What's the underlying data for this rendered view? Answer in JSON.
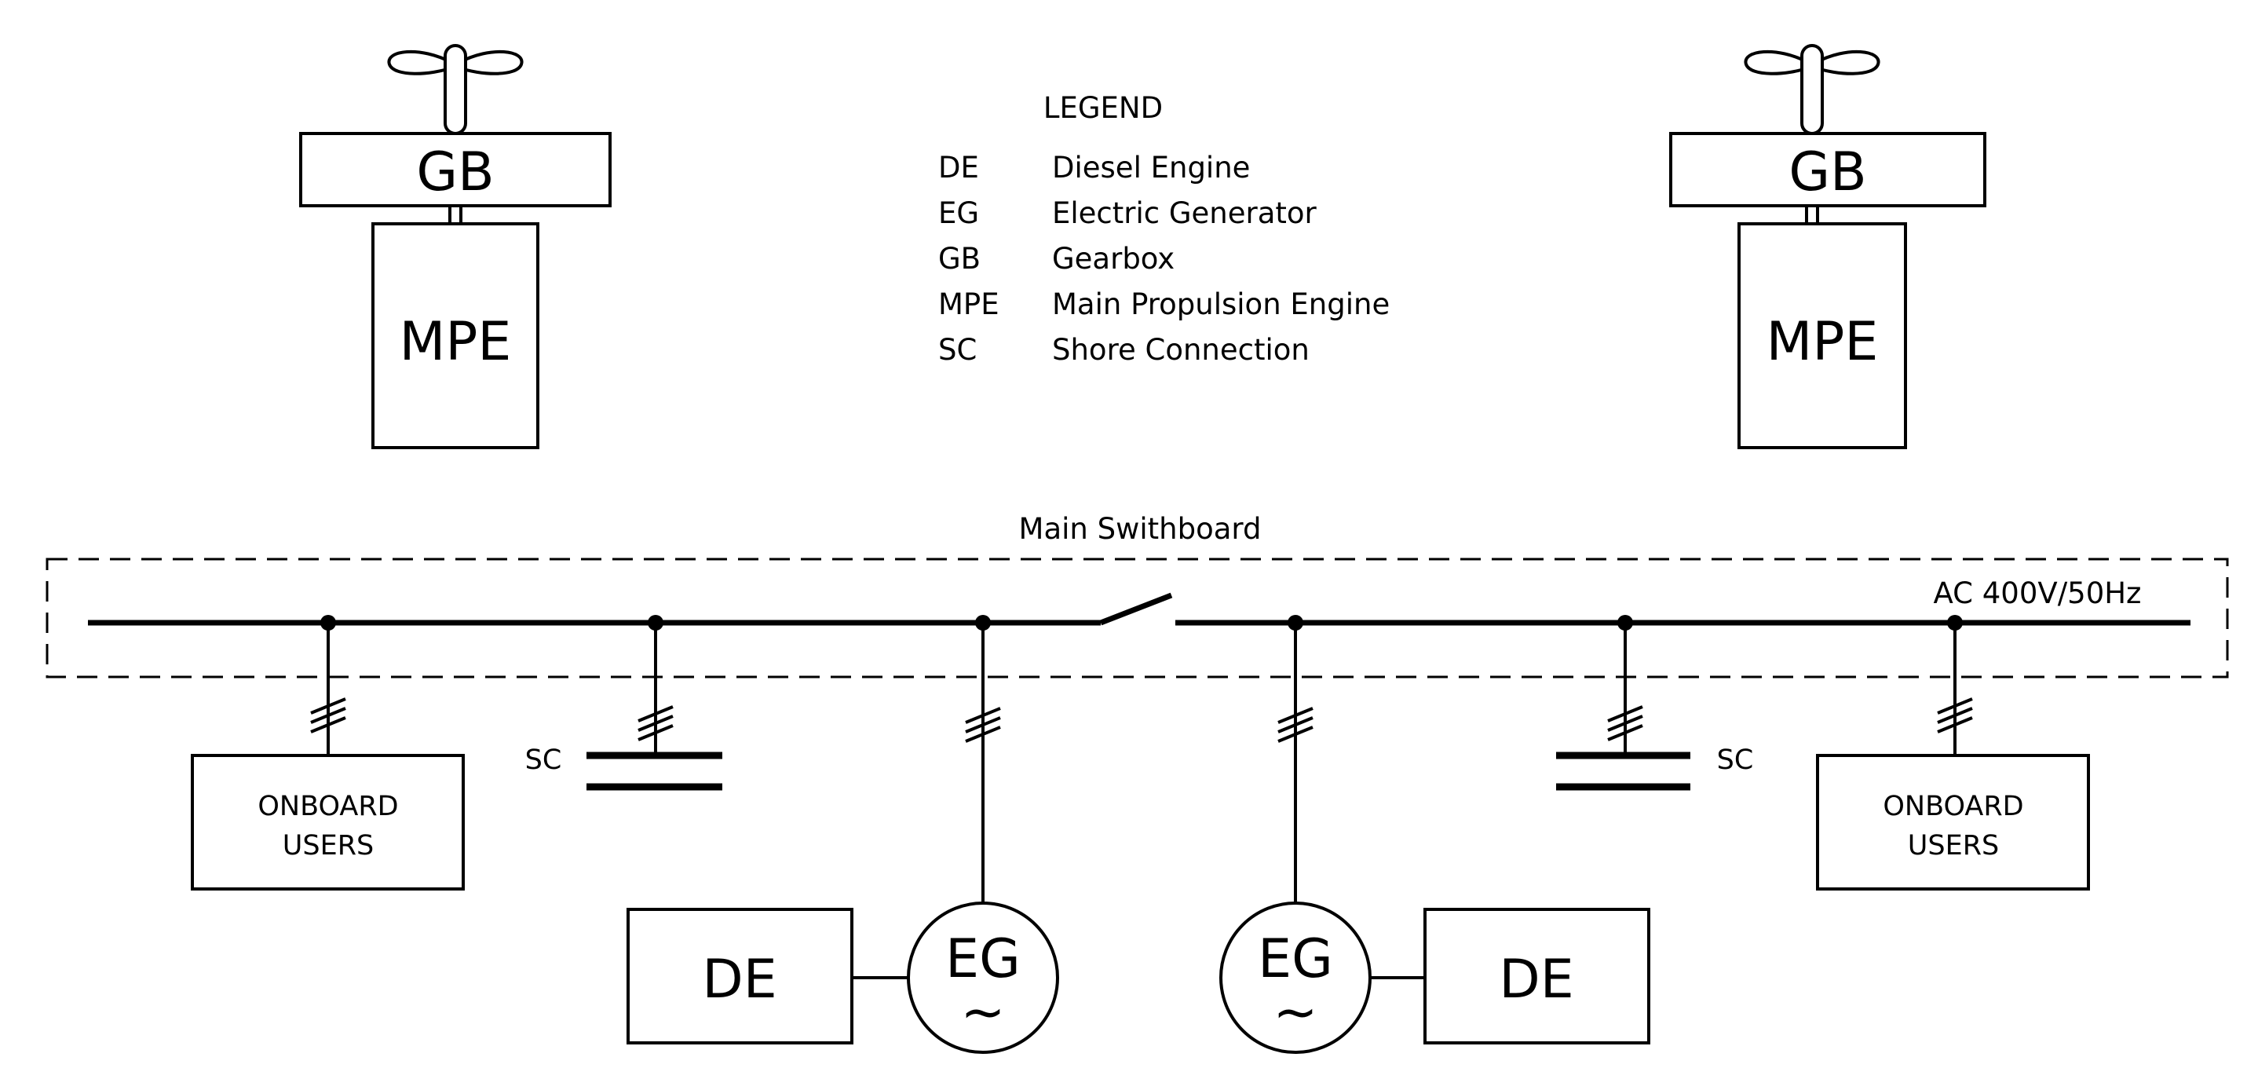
{
  "legend": {
    "title": "LEGEND",
    "items": [
      {
        "abbr": "DE",
        "meaning": "Diesel Engine"
      },
      {
        "abbr": "EG",
        "meaning": "Electric Generator"
      },
      {
        "abbr": "GB",
        "meaning": "Gearbox"
      },
      {
        "abbr": "MPE",
        "meaning": "Main Propulsion Engine"
      },
      {
        "abbr": "SC",
        "meaning": "Shore Connection"
      }
    ]
  },
  "propulsion": {
    "gearbox_label": "GB",
    "engine_label": "MPE"
  },
  "switchboard": {
    "title": "Main Swithboard",
    "rating": "AC 400V/50Hz"
  },
  "loads": {
    "onboard_line1": "ONBOARD",
    "onboard_line2": "USERS",
    "shore_label": "SC"
  },
  "generation": {
    "engine_label": "DE",
    "generator_label": "EG",
    "ac_symbol": "~"
  }
}
